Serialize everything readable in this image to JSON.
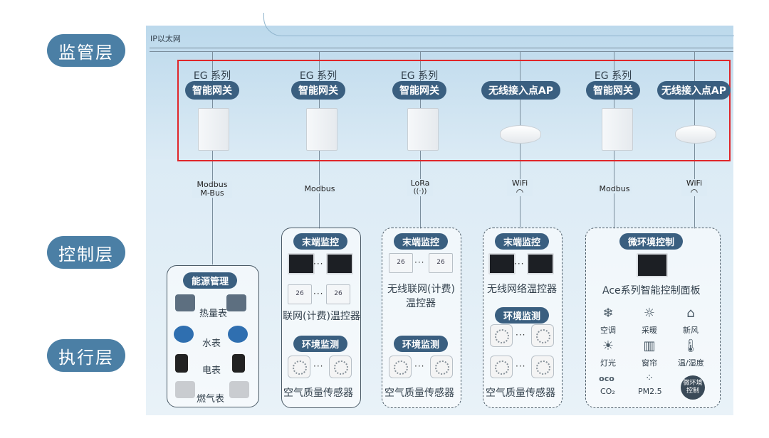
{
  "layers": {
    "supervision": "监管层",
    "control": "控制层",
    "execution": "执行层"
  },
  "network": {
    "ip_label": "IP以太网"
  },
  "devices": [
    {
      "series": "EG 系列",
      "name": "智能网关",
      "kind": "gateway",
      "protocol": "Modbus\nM-Bus"
    },
    {
      "series": "EG 系列",
      "name": "智能网关",
      "kind": "gateway",
      "protocol": "Modbus"
    },
    {
      "series": "EG 系列",
      "name": "智能网关",
      "kind": "gateway",
      "protocol": "LoRa"
    },
    {
      "series": "",
      "name": "无线接入点AP",
      "kind": "ap",
      "protocol": "WiFi"
    },
    {
      "series": "EG 系列",
      "name": "智能网关",
      "kind": "gateway",
      "protocol": "Modbus"
    },
    {
      "series": "",
      "name": "无线接入点AP",
      "kind": "ap",
      "protocol": "WiFi"
    }
  ],
  "protocols": {
    "p1a": "Modbus",
    "p1b": "M-Bus",
    "p2": "Modbus",
    "p3": "LoRa",
    "p4": "WiFi",
    "p5": "Modbus",
    "p6": "WiFi"
  },
  "energy": {
    "title": "能源管理",
    "items": [
      "热量表",
      "水表",
      "电表",
      "燃气表"
    ],
    "dots": "···"
  },
  "box2": {
    "title1": "末端监控",
    "label1": "联网(计费)温控器",
    "title2": "环境监测",
    "label2": "空气质量传感器"
  },
  "box3": {
    "title1": "末端监控",
    "label1a": "无线联网(计费)",
    "label1b": "温控器",
    "title2": "环境监测",
    "label2": "空气质量传感器",
    "screen_text": "26"
  },
  "box4": {
    "title1": "末端监控",
    "label1": "无线网络温控器",
    "title2": "环境监测",
    "label2": "空气质量传感器"
  },
  "box5": {
    "title": "微环境控制",
    "label": "Ace系列智能控制面板",
    "icons": [
      {
        "icon": "snowflake-icon",
        "glyph": "❄",
        "label": "空调"
      },
      {
        "icon": "sun-icon",
        "glyph": "☼",
        "label": "采暖"
      },
      {
        "icon": "house-wind-icon",
        "glyph": "⌂",
        "label": "新风"
      },
      {
        "icon": "light-icon",
        "glyph": "☀",
        "label": "灯光"
      },
      {
        "icon": "curtain-icon",
        "glyph": "▥",
        "label": "窗帘"
      },
      {
        "icon": "thermometer-icon",
        "glyph": "🌡",
        "label": "温/湿度"
      },
      {
        "icon": "co2-icon",
        "glyph": "oco",
        "label": "CO₂"
      },
      {
        "icon": "pm25-icon",
        "glyph": "⁘",
        "label": "PM2.5"
      }
    ],
    "badge": "微环境\n控制"
  },
  "colors": {
    "accent": "#3a5f80",
    "layer": "#4b7fa5",
    "highlight": "#e0262a"
  }
}
